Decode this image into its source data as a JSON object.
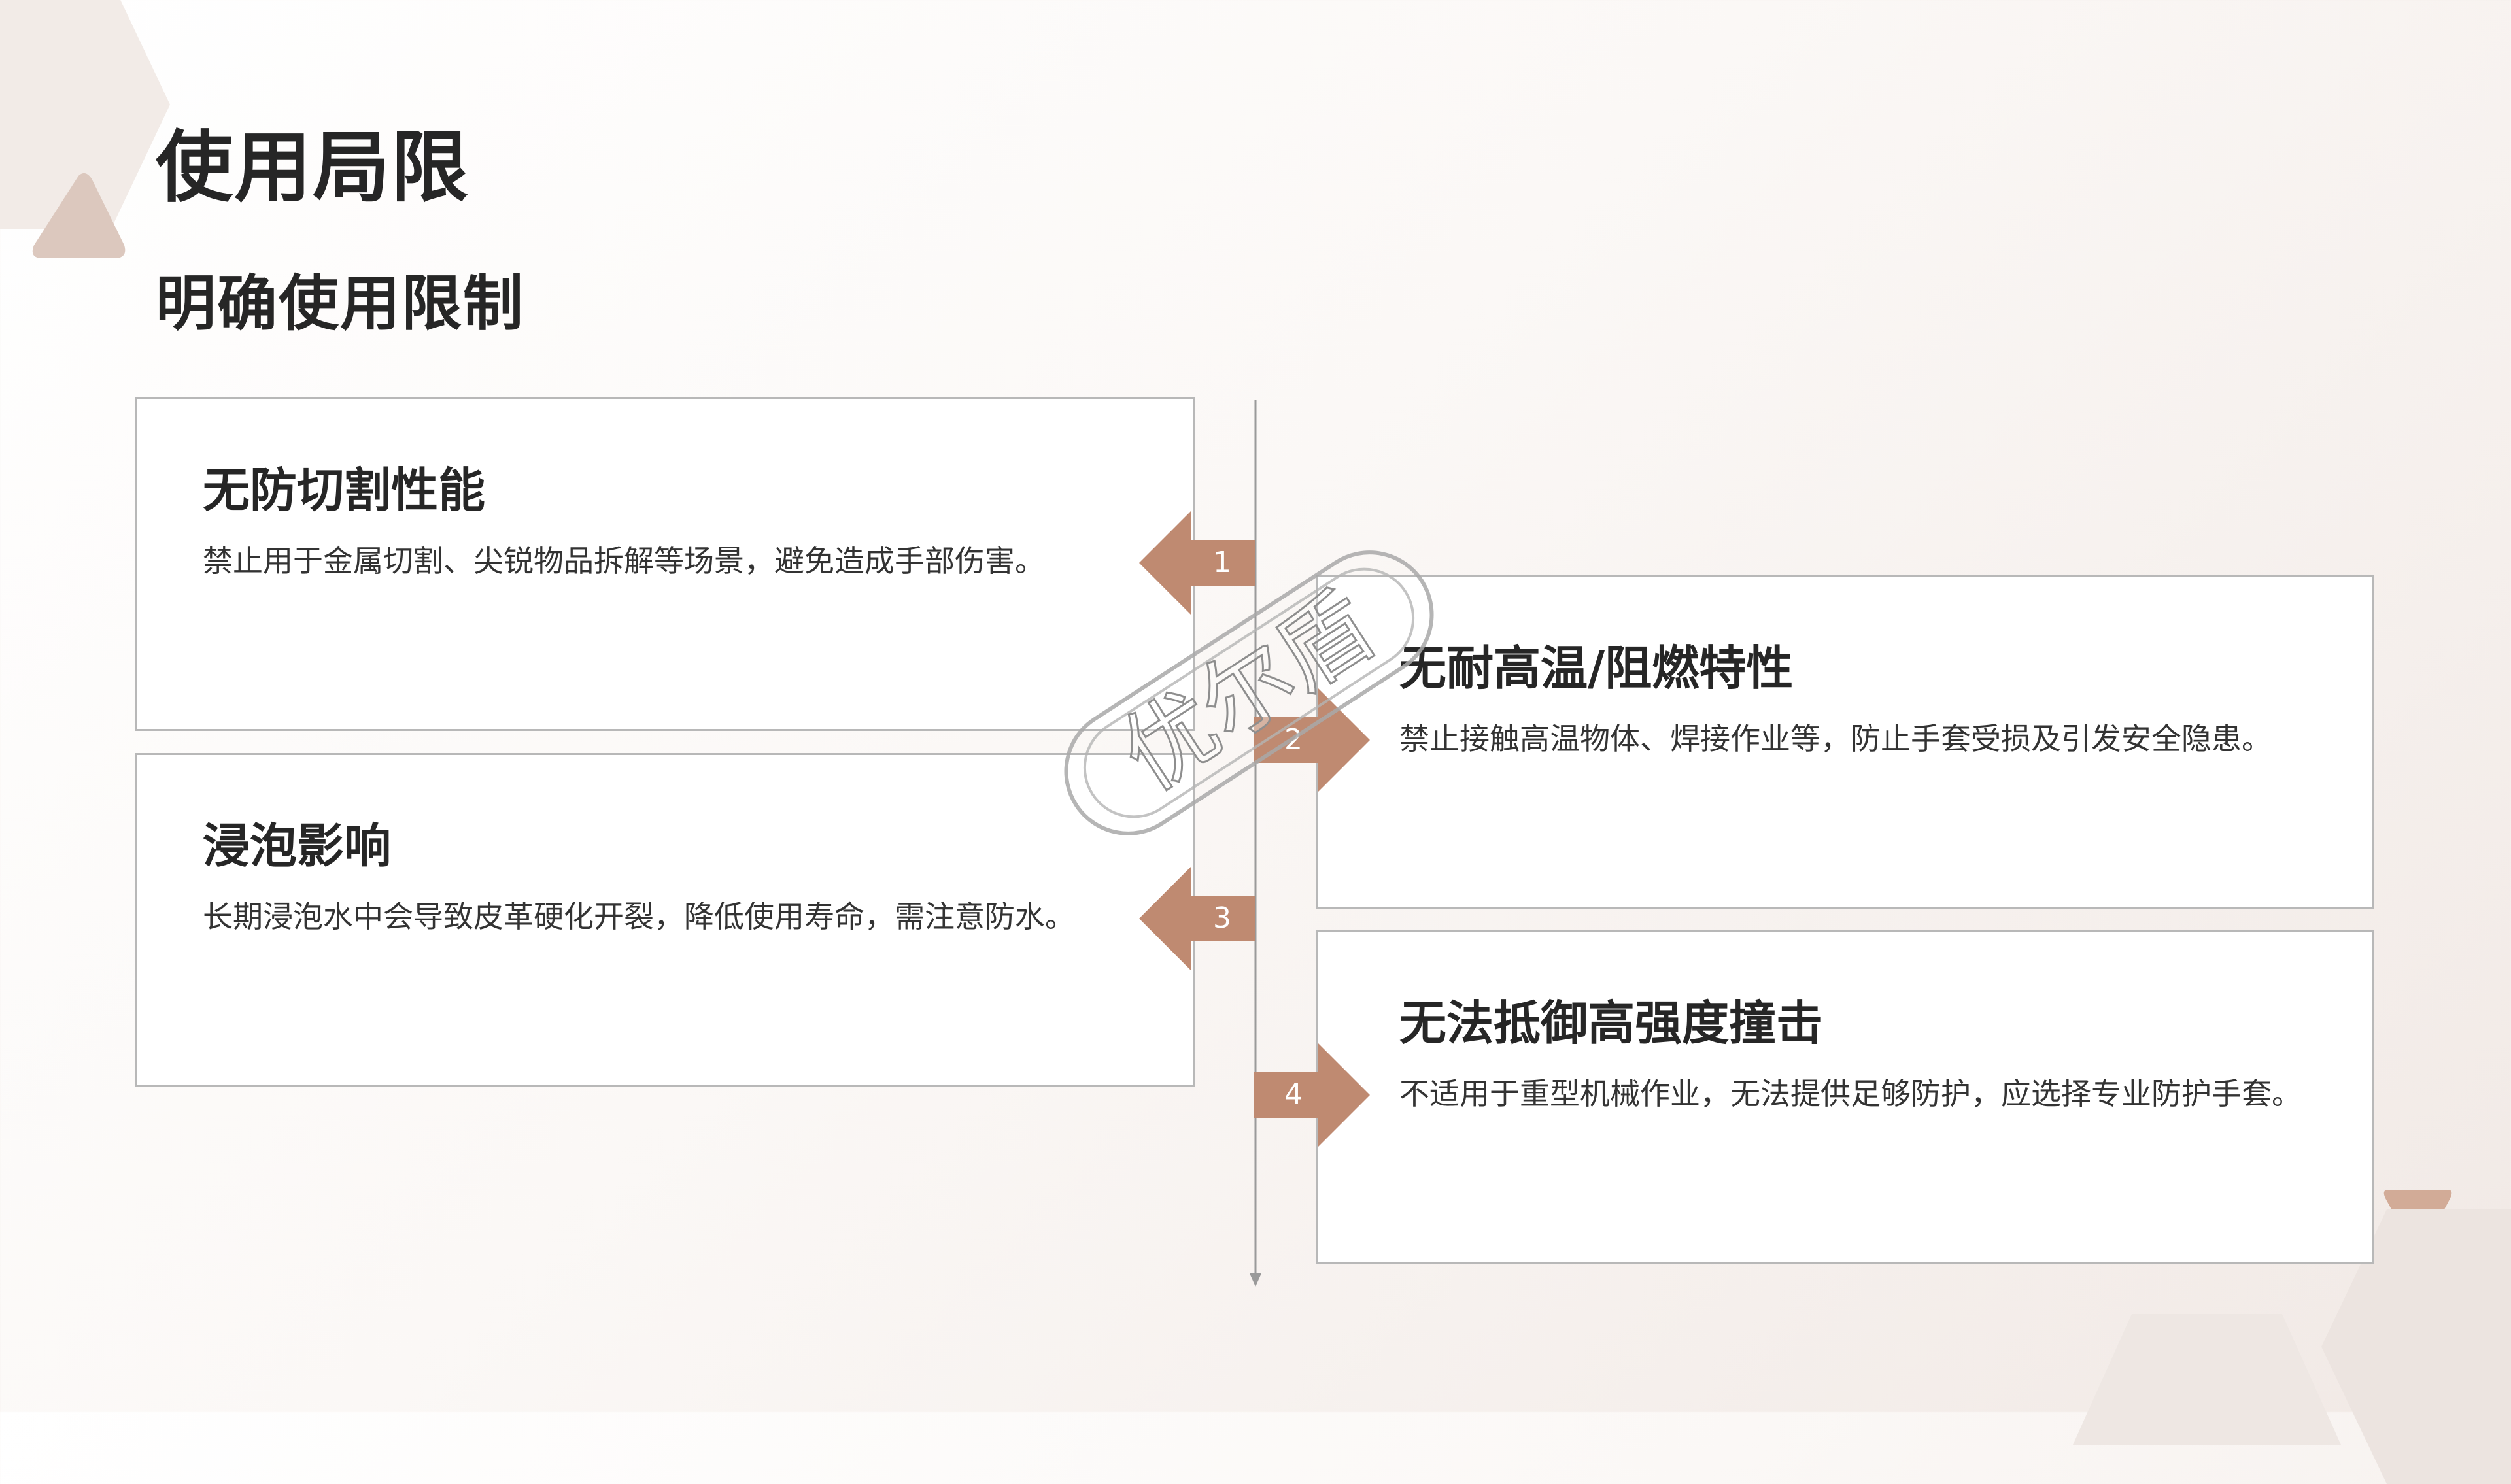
{
  "title": "使用局限",
  "subtitle": "明确使用限制",
  "accent_color": "#bf8a71",
  "items": [
    {
      "number": "1",
      "heading": "无防切割性能",
      "text": "禁止用于金属切割、尖锐物品拆解等场景，避免造成手部伤害。"
    },
    {
      "number": "2",
      "heading": "无耐高温/阻燃特性",
      "text": "禁止接触高温物体、焊接作业等，防止手套受损及引发安全隐患。"
    },
    {
      "number": "3",
      "heading": "浸泡影响",
      "text": "长期浸泡水中会导致皮革硬化开裂，降低使用寿命，需注意防水。"
    },
    {
      "number": "4",
      "heading": "无法抵御高强度撞击",
      "text": "不适用于重型机械作业，无法提供足够防护，应选择专业防护手套。"
    }
  ],
  "watermark": "优尔盾"
}
